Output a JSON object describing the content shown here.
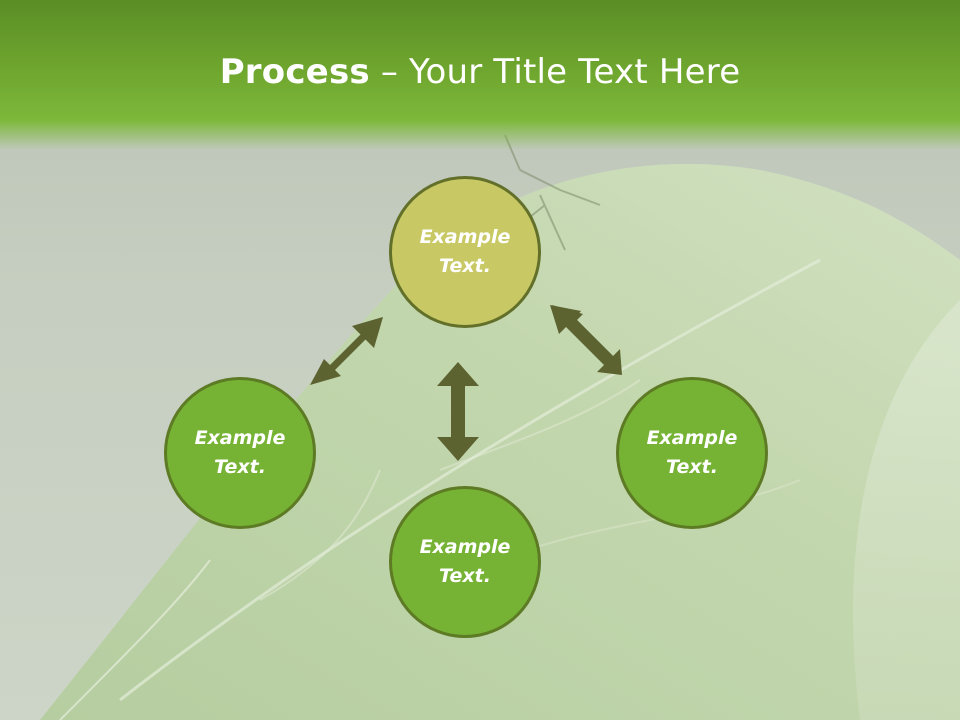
{
  "title": {
    "bold": "Process",
    "rest": " – Your Title Text Here"
  },
  "nodes": {
    "top": "Example\nText.",
    "left": "Example\nText.",
    "right": "Example\nText.",
    "bottom": "Example\nText."
  },
  "colors": {
    "header_green": "#6ea52e",
    "node_green": "#76b334",
    "node_olive": "#c8c965",
    "arrow": "#5c6230"
  }
}
